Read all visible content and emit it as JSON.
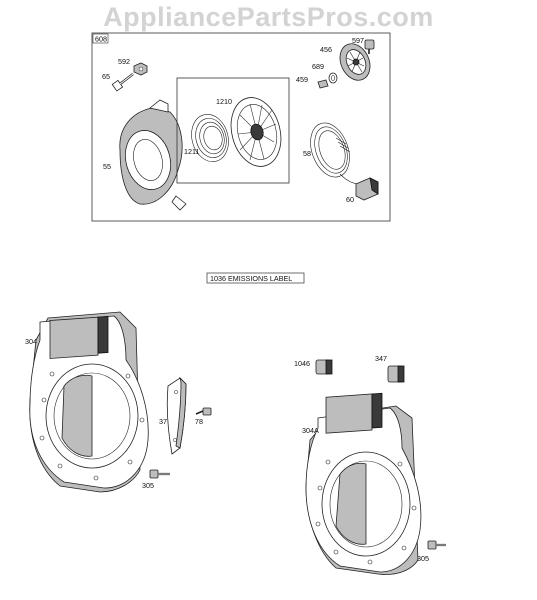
{
  "watermark": "AppliancePartsPros.com",
  "colors": {
    "watermark": "#d3d3d3",
    "line": "#222222",
    "shade": "#bdbdbd",
    "background": "#ffffff"
  },
  "rewind_group": {
    "box_label": "608",
    "callouts": {
      "p592": "592",
      "p65": "65",
      "p55": "55",
      "p1210": "1210",
      "p1211": "1211",
      "p456": "456",
      "p597": "597",
      "p689": "689",
      "p459": "459",
      "p58": "58",
      "p60": "60"
    }
  },
  "emissions_label": "1036 EMISSIONS LABEL",
  "left_group": {
    "callouts": {
      "p304": "304",
      "p37": "37",
      "p78": "78",
      "p305": "305"
    }
  },
  "right_group": {
    "callouts": {
      "p1046": "1046",
      "p347": "347",
      "p304a": "304A",
      "p305": "305"
    }
  }
}
